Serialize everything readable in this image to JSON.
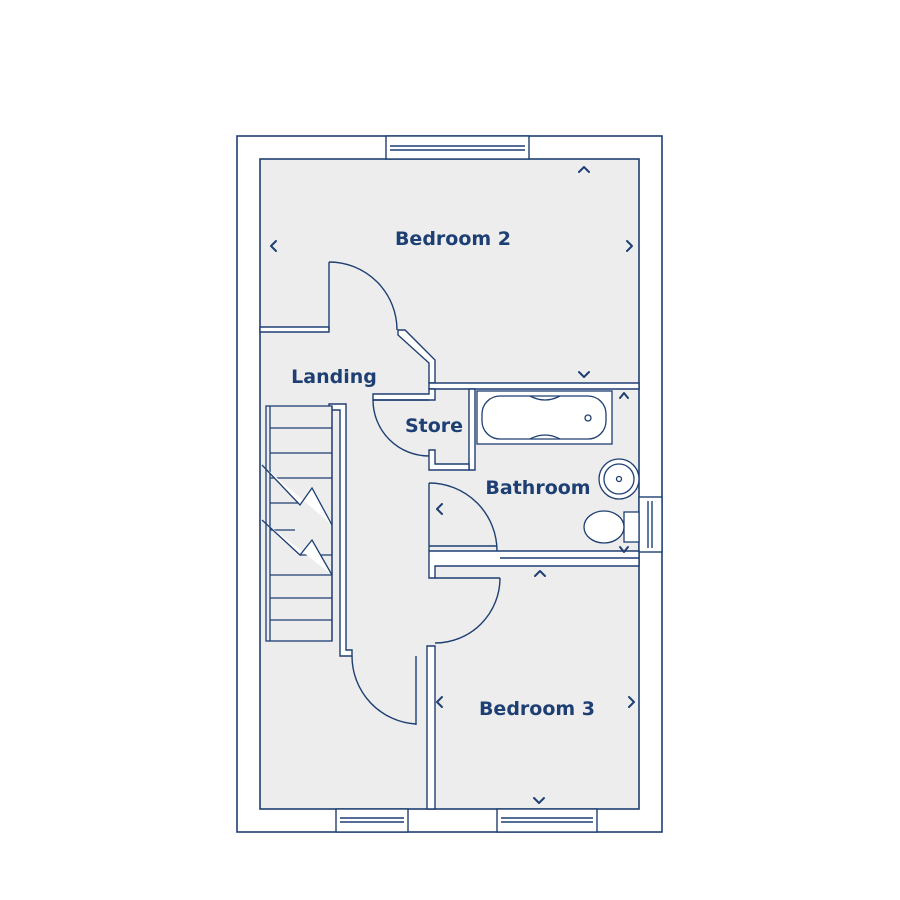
{
  "floor_plan": {
    "colors": {
      "line": "#1e3f73",
      "floor": "#ededed",
      "background": "#ffffff"
    },
    "rooms": {
      "bedroom2": "Bedroom 2",
      "landing": "Landing",
      "store": "Store",
      "bathroom": "Bathroom",
      "bedroom3": "Bedroom 3"
    },
    "dimension_marker_icon": "chevron-icon"
  }
}
